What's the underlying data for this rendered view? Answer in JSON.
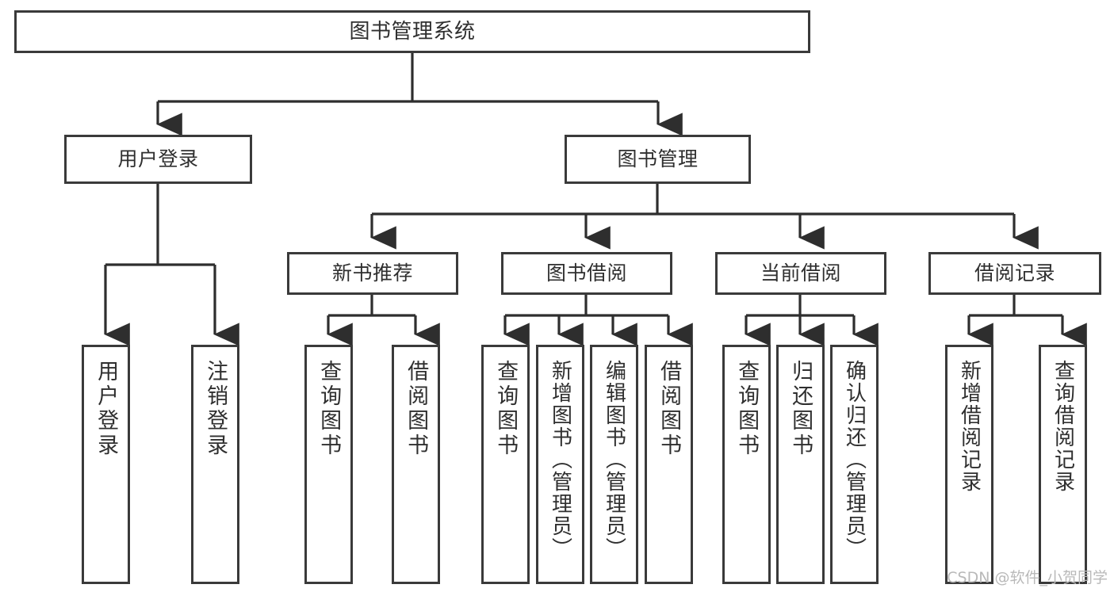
{
  "diagram": {
    "type": "tree-hierarchy-chart",
    "title": "图书管理系统",
    "orientation": "top-down",
    "stroke_color": "#3a3a3a",
    "fill_color": "#ffffff",
    "text_color": "#2f2f2f",
    "background": "#ffffff"
  },
  "nodes": {
    "root": {
      "label": "图书管理系统",
      "level": 0
    },
    "level1": [
      {
        "id": "user-login",
        "label": "用户登录"
      },
      {
        "id": "book-manage",
        "label": "图书管理"
      }
    ],
    "level2": [
      {
        "id": "new-book-recommend",
        "label": "新书推荐"
      },
      {
        "id": "book-borrow",
        "label": "图书借阅"
      },
      {
        "id": "current-borrow",
        "label": "当前借阅"
      },
      {
        "id": "borrow-record",
        "label": "借阅记录"
      }
    ],
    "leaves": {
      "user_login": [
        {
          "id": "leaf-user-login",
          "label": "用户登录"
        },
        {
          "id": "leaf-logout-login",
          "label": "注销登录"
        }
      ],
      "new_book_recommend": [
        {
          "id": "leaf-query-book-1",
          "label": "查询图书"
        },
        {
          "id": "leaf-borrow-book-1",
          "label": "借阅图书"
        }
      ],
      "book_borrow": [
        {
          "id": "leaf-query-book-2",
          "label": "查询图书"
        },
        {
          "id": "leaf-add-book",
          "label": "新增图书（管理员）"
        },
        {
          "id": "leaf-edit-book",
          "label": "编辑图书（管理员）"
        },
        {
          "id": "leaf-borrow-book-2",
          "label": "借阅图书"
        }
      ],
      "current_borrow": [
        {
          "id": "leaf-query-book-3",
          "label": "查询图书"
        },
        {
          "id": "leaf-return-book",
          "label": "归还图书"
        },
        {
          "id": "leaf-confirm-return",
          "label": "确认归还（管理员）"
        }
      ],
      "borrow_record": [
        {
          "id": "leaf-add-record",
          "label": "新增借阅记录"
        },
        {
          "id": "leaf-query-record",
          "label": "查询借阅记录"
        }
      ]
    }
  },
  "watermark": {
    "text": "CSDN @软件_小贺同学"
  }
}
